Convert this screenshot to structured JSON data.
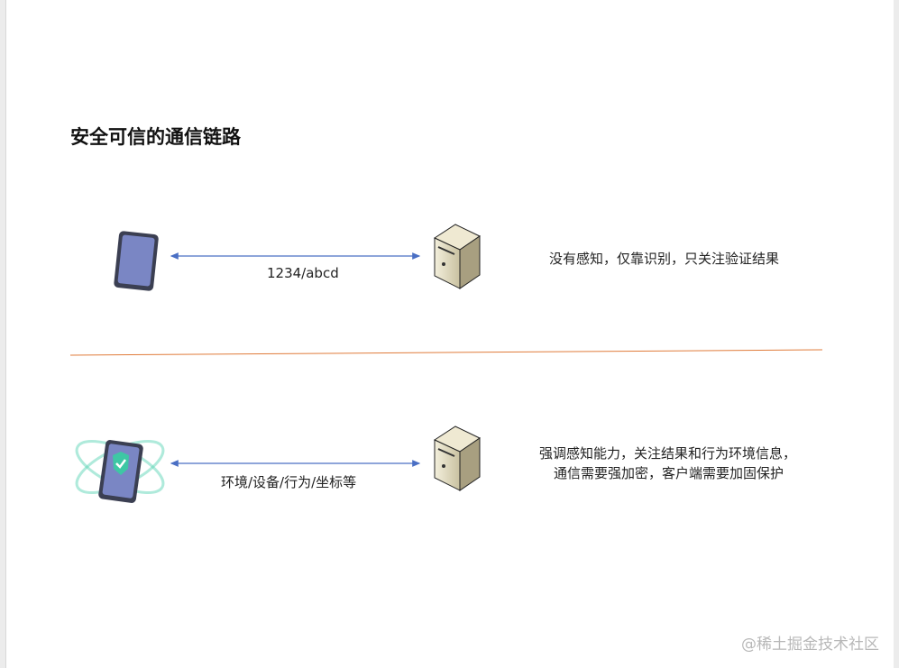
{
  "title": "安全可信的通信链路",
  "top": {
    "link_label": "1234/abcd",
    "description": "没有感知，仅靠识别，只关注验证结果"
  },
  "bottom": {
    "link_label": "环境/设备/行为/坐标等",
    "description_line1": "强调感知能力，关注结果和行为环境信息，",
    "description_line2": "通信需要强加密，客户端需要加固保护"
  },
  "watermark": "@稀土掘金技术社区",
  "colors": {
    "arrow": "#4a6fc4",
    "divider": "#e07b3a",
    "phone": "#7a86c4",
    "glow": "#5fd6b8"
  }
}
